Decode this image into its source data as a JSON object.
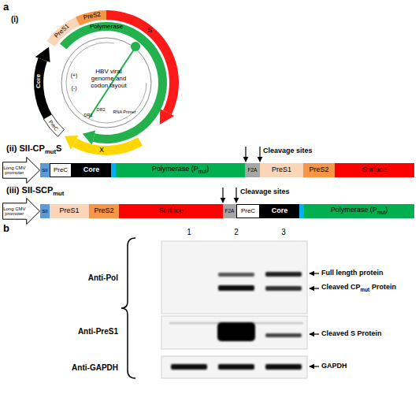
{
  "diagram": {
    "nodes": [
      {
        "text": [
          "Long CMV promoter"
        ]
      },
      {
        "text": [
          "SII"
        ]
      },
      {
        "text": [
          "PreC"
        ]
      },
      {
        "text": [
          "Core"
        ]
      },
      {
        "text": [
          "Polymerase (P",
          "mut",
          ")"
        ]
      },
      {
        "text": [
          "F2A"
        ]
      },
      {
        "text": [
          "PreS1"
        ]
      },
      {
        "text": [
          "PreS2"
        ]
      },
      {
        "text": [
          "Surface"
        ]
      },
      {
        "text": [
          "Long CMV promoter"
        ]
      },
      {
        "text": [
          "SII"
        ]
      },
      {
        "text": [
          "PreS1"
        ]
      },
      {
        "text": [
          "PreS2"
        ]
      },
      {
        "text": [
          "Surface"
        ]
      },
      {
        "text": [
          "F2A"
        ]
      },
      {
        "text": [
          "PreC"
        ]
      },
      {
        "text": [
          "Core"
        ]
      },
      {
        "text": [
          "Polymerase (P",
          "mut",
          ")"
        ]
      }
    ],
    "labels": [
      "a",
      "(i)",
      "PreS1",
      "PreS2",
      "S",
      "Polymerase",
      "HBV viral genome and codon layout",
      "(+)",
      "(-)",
      "DR1",
      "DR2",
      "RNA Primer",
      "Core",
      "PreC",
      "X",
      "(ii) SII-CP",
      "mut",
      "S",
      "Cleavage sites",
      "(iii) SII-SCP",
      "mut",
      "Cleavage sites",
      "b",
      "1",
      "2",
      "3",
      "Anti-Pol",
      "Anti-PreS1",
      "Anti-GAPDH",
      "Full length protein",
      "Cleaved CP",
      "mut",
      "Protein",
      "Cleaved S Protein",
      "GAPDH"
    ]
  }
}
